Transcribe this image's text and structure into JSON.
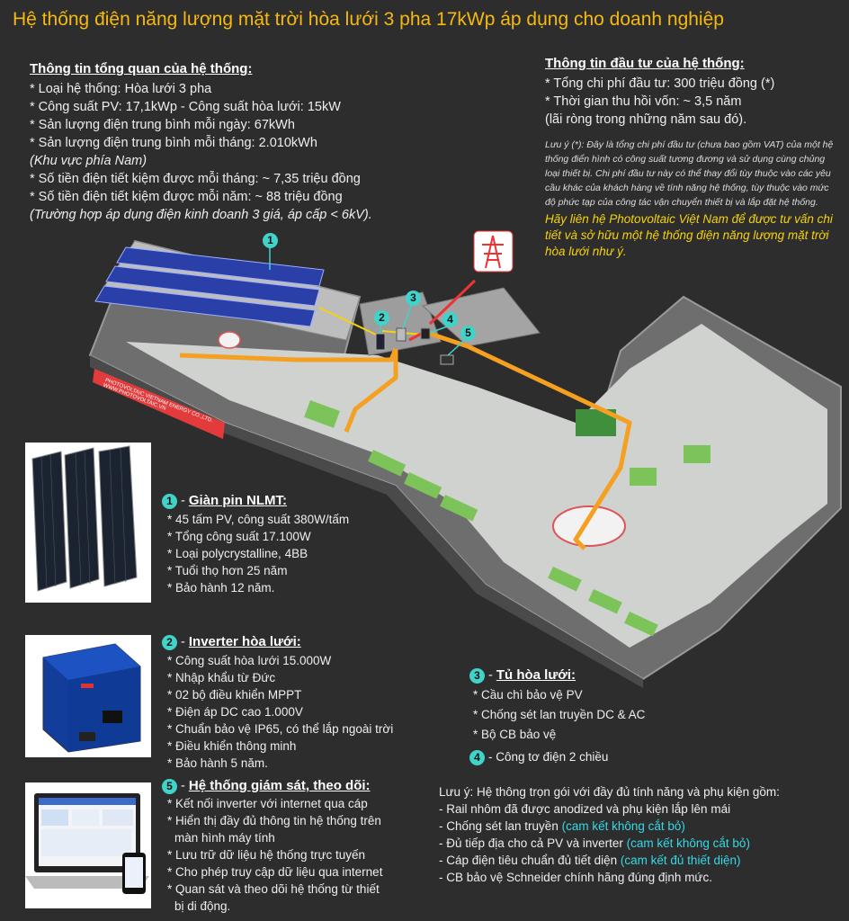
{
  "title": "Hệ thống điện năng lượng mặt trời hòa lưới 3 pha 17kWp áp dụng cho doanh nghiệp",
  "overview": {
    "heading": "Thông tin tổng quan của hệ thống:",
    "lines": [
      "* Loại hệ thống: Hòa lưới 3 pha",
      "* Công suất PV: 17,1kWp - Công suất hòa lưới: 15kW",
      "* Sản lượng điện trung bình mỗi ngày: 67kWh",
      "* Sản lượng điện trung bình mỗi tháng: 2.010kWh",
      "(Khu vực phía Nam)",
      "* Số tiền điện tiết kiệm được mỗi tháng: ~ 7,35 triệu đồng",
      "* Số tiền điện tiết kiệm được mỗi năm: ~ 88 triệu đồng",
      "(Trường hợp áp dụng điện kinh doanh 3 giá, áp cấp < 6kV)."
    ]
  },
  "investment": {
    "heading": "Thông tin đầu tư của hệ thống:",
    "lines": [
      "* Tổng chi phí đầu tư: 300 triệu đồng (*)",
      "* Thời gian thu hồi vốn: ~ 3,5 năm",
      "(lãi ròng trong những năm sau đó)."
    ],
    "note": "Lưu ý (*): Đây là tổng chi phí đầu tư (chưa bao gồm VAT) của một hệ thống điển hình có công suất tương đương và sử dụng cùng chủng loại thiết bị. Chi phí đầu tư này có thể thay đổi tùy thuộc vào các yêu cầu khác của khách hàng về tính năng hệ thống, tùy thuộc vào mức độ phức tạp của công tác vận chuyển thiết bị và lắp đặt hệ thống.",
    "contact": "Hãy liên hệ Photovoltaic Việt Nam để được tư vấn chi tiết và sở hữu một hệ thống điện năng lượng mặt trời hòa lưới như ý."
  },
  "diagram": {
    "markers": [
      "1",
      "2",
      "3",
      "4",
      "5"
    ],
    "building_sign_1": "PHOTOVOLTAIC VIETNAM ENERGY CO.,LTD.",
    "building_sign_2": "WWW.PHOTOVOLTAIC.VN"
  },
  "panel": {
    "num": "1",
    "heading": "Giàn pin NLMT:",
    "lines": [
      "* 45 tấm PV, công suất 380W/tấm",
      "* Tổng công suất 17.100W",
      "* Loại polycrystalline, 4BB",
      "* Tuổi thọ hơn 25 năm",
      "* Bảo hành 12 năm."
    ]
  },
  "inverter": {
    "num": "2",
    "heading": "Inverter hòa lưới:",
    "lines": [
      "* Công suất hòa lưới 15.000W",
      "* Nhập khẩu từ Đức",
      "* 02 bộ điều khiển MPPT",
      "* Điện áp DC cao 1.000V",
      "* Chuẩn bảo vệ IP65, có thể lắp ngoài trời",
      "* Điều khiển thông minh",
      "* Bảo hành 5 năm."
    ]
  },
  "cabinet": {
    "num": "3",
    "heading": "Tủ hòa lưới:",
    "lines": [
      "* Cầu chì bảo vệ PV",
      "* Chống sét lan truyền DC & AC",
      "* Bộ CB bảo vệ"
    ]
  },
  "meter": {
    "num": "4",
    "label": "- Công tơ điện 2 chiều"
  },
  "monitor": {
    "num": "5",
    "heading": "Hệ thống giám sát, theo dõi:",
    "lines": [
      "* Kết nối inverter với internet qua cáp",
      "* Hiển thị đầy đủ thông tin hệ thống trên",
      "màn hình máy tính",
      "* Lưu trữ dữ liệu hệ thống trực tuyến",
      "* Cho phép truy cập dữ liệu qua internet",
      "* Quan sát và theo dõi hệ thống từ thiết",
      "bị di động."
    ]
  },
  "package": {
    "heading": "Lưu ý: Hệ thông trọn gói với đầy đủ tính năng và phụ kiện gồm:",
    "l1": "- Rail nhôm đã được anodized và phụ kiện lắp lên mái",
    "l2": "- Chống sét lan truyền",
    "l2c": "(cam kết không cắt bỏ)",
    "l3": "- Đủ tiếp địa cho cả PV và inverter",
    "l3c": "(cam kết không cắt bỏ)",
    "l4": "- Cáp điện tiêu chuẩn đủ tiết diện",
    "l4c": "(cam kết đủ thiết diện)",
    "l5": "- CB bảo vệ Schneider chính hãng đúng định mức."
  },
  "colors": {
    "title": "#f5b90f",
    "badge": "#3fd3c9",
    "highlight": "#35d9e6",
    "contact": "#f5d20f"
  }
}
